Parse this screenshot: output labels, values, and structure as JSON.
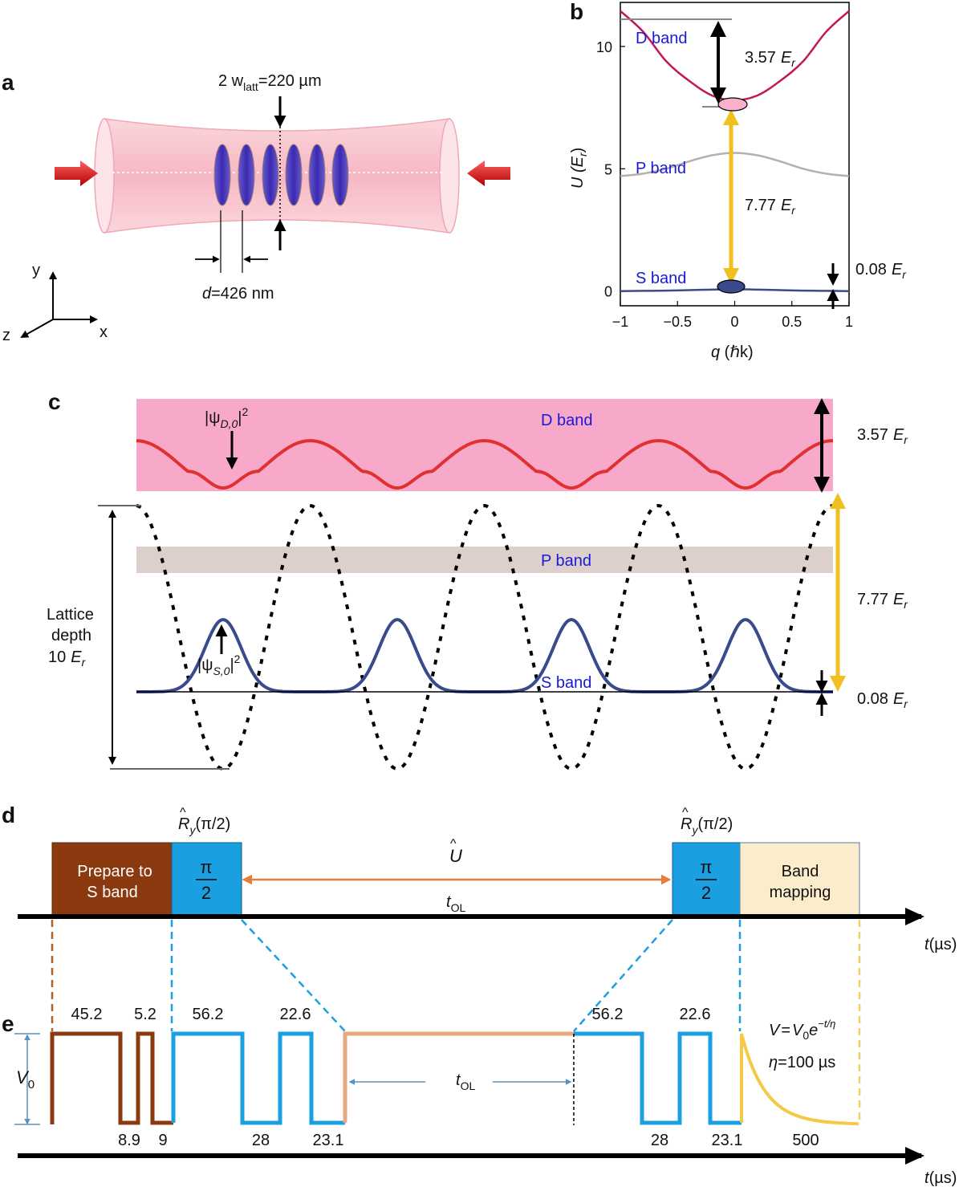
{
  "colors": {
    "accent_blue": "#1a1ad4",
    "d_band_curve": "#c2185b",
    "p_band_curve": "#b8b0a8",
    "s_band_curve": "#3a4a8c",
    "d_band_fill": "#f8a8c8",
    "p_band_fill": "#dccfcc",
    "yellow_arrow": "#f0c020",
    "orange_arrow": "#e67e3a",
    "prep_brown": "#8b3a10",
    "pulse_cyan": "#1aa0e0",
    "band_mapping_fill": "#fbeccc",
    "wavefunction_red": "#e03030"
  },
  "panel_a": {
    "letter": "a",
    "beam_waist_label": "2 w",
    "beam_waist_sub": "latt",
    "beam_waist_value": "=220  µm",
    "spacing_d": "d",
    "spacing_value": "=426 nm",
    "axis_y": "y",
    "axis_z": "z",
    "axis_x": "x"
  },
  "panel_b": {
    "letter": "b",
    "d_band_label": "D band",
    "p_band_label": "P band",
    "s_band_label": "S band",
    "gap_ds": "3.57",
    "gap_sp": "7.77",
    "s_width": "0.08",
    "energy_unit_E": "E",
    "energy_unit_r": "r",
    "ylabel": "U (E",
    "ylabel_sub": "r",
    "ylabel_close": ")",
    "xlabel_q": "q",
    "xlabel_rest": " (ℏk)",
    "xticks": [
      "−1",
      "−0.5",
      "0",
      "0.5",
      "1"
    ],
    "yticks": [
      "0",
      "5",
      "10"
    ]
  },
  "chart_data": {
    "type": "line",
    "title": "",
    "xlabel": "q (ℏk)",
    "ylabel": "U (Er)",
    "xlim": [
      -1,
      1
    ],
    "ylim": [
      -0.6,
      11.8
    ],
    "x": [
      -1.0,
      -0.8,
      -0.6,
      -0.4,
      -0.2,
      0.0,
      0.2,
      0.4,
      0.6,
      0.8,
      1.0
    ],
    "series": [
      {
        "name": "D band",
        "values": [
          11.45,
          10.6,
          9.4,
          8.6,
          8.0,
          7.8,
          8.0,
          8.6,
          9.4,
          10.6,
          11.45
        ]
      },
      {
        "name": "P band",
        "values": [
          4.7,
          4.8,
          5.0,
          5.3,
          5.55,
          5.65,
          5.55,
          5.3,
          5.0,
          4.8,
          4.7
        ]
      },
      {
        "name": "S band",
        "values": [
          0.0,
          0.01,
          0.02,
          0.04,
          0.06,
          0.08,
          0.06,
          0.04,
          0.02,
          0.01,
          0.0
        ]
      }
    ]
  },
  "panel_c": {
    "letter": "c",
    "d_band_label": "D band",
    "p_band_label": "P band",
    "s_band_label": "S band",
    "psi_d": "|ψ",
    "psi_d_sub": "D,0",
    "psi_s": "|ψ",
    "psi_s_sub": "S,0",
    "psi_close": "|",
    "psi_sq": "2",
    "depth_line1": "Lattice",
    "depth_line2": "depth",
    "depth_line3": "10",
    "gap_ds": "3.57",
    "gap_sp": "7.77",
    "s_width": "0.08",
    "unit_E": "E",
    "unit_r": "r"
  },
  "panel_d": {
    "letter": "d",
    "prep_line1": "Prepare to",
    "prep_line2": "S band",
    "pi_label": "π",
    "two_label": "2",
    "rot_R": "R",
    "rot_sub": "y",
    "rot_arg": "(π/2)",
    "u_label": "U",
    "t_ol": "t",
    "t_ol_sub": "OL",
    "band_line1": "Band",
    "band_line2": "mapping",
    "t_axis": "t",
    "t_axis_unit": "(µs)"
  },
  "panel_e": {
    "letter": "e",
    "v0": "V",
    "v0_sub": "0",
    "top_values": [
      "45.2",
      "5.2",
      "56.2",
      "22.6",
      "56.2",
      "22.6"
    ],
    "bottom_values": [
      "8.9",
      "9",
      "28",
      "23.1",
      "28",
      "23.1",
      "500"
    ],
    "t_ol": "t",
    "t_ol_sub": "OL",
    "decay_formula_lhs": "V",
    "decay_formula_eq": "=",
    "decay_formula_v0": "V",
    "decay_formula_v0_sub": "0",
    "decay_formula_e": "e",
    "decay_formula_exp": "−t/η",
    "eta_label": "η",
    "eta_value": "=100 µs",
    "t_axis": "t",
    "t_axis_unit": "(µs)"
  }
}
